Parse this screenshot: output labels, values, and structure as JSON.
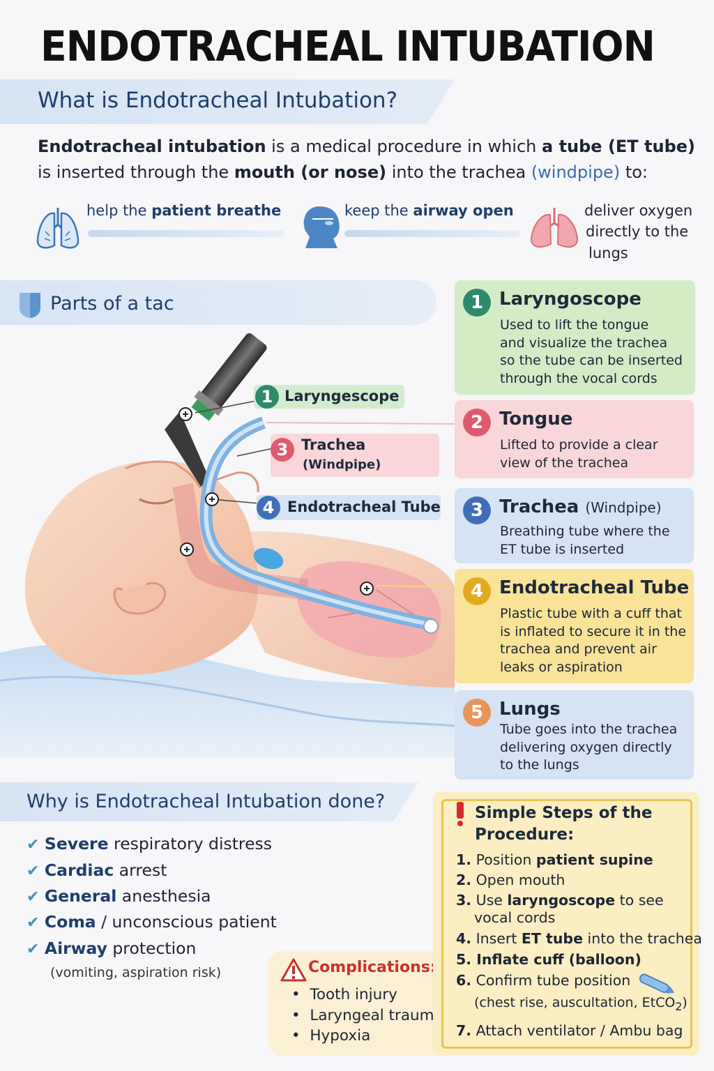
{
  "title": "ENDOTRACHEAL INTUBATION",
  "what": {
    "heading": "What is Endotracheal Intubation?",
    "line1": [
      {
        "t": "Endotracheal intubation",
        "s": "b"
      },
      {
        "t": " is a medical procedure in which ",
        "s": ""
      },
      {
        "t": "a tube (ET tube)",
        "s": "b"
      }
    ],
    "line2": [
      {
        "t": "is inserted through the ",
        "s": ""
      },
      {
        "t": "mouth (or nose)",
        "s": "b"
      },
      {
        "t": " into the trachea ",
        "s": ""
      },
      {
        "t": "(windpipe)",
        "s": "blue"
      },
      {
        "t": " to:",
        "s": ""
      }
    ],
    "benefits": {
      "b1": {
        "pre": "help the ",
        "bold": "patient breathe",
        "post": ""
      },
      "b2": {
        "pre": "keep the ",
        "bold": "airway open",
        "post": ""
      },
      "b3": {
        "l1": "deliver oxygen",
        "l2": "directly to the",
        "l3": "lungs"
      }
    }
  },
  "parts": {
    "heading": "Parts of a tac",
    "callouts": {
      "c1": {
        "num": "1",
        "label": "Laryngescope"
      },
      "c3": {
        "num": "3",
        "label": "Trachea",
        "sub": "(Windpipe)"
      },
      "c4": {
        "num": "4",
        "label": "Endotracheal Tube"
      }
    },
    "cards": {
      "k1": {
        "num": "1",
        "title": "Laryngoscope",
        "desc": [
          "Used to lift the tongue",
          "and visualize the trachea",
          "so the tube can be inserted",
          "through the vocal cords"
        ]
      },
      "k2": {
        "num": "2",
        "title": "Tongue",
        "desc": [
          "Lifted to provide a clear",
          "view of the trachea"
        ]
      },
      "k3": {
        "num": "3",
        "title": "Trachea",
        "sub": "(Windpipe)",
        "desc": [
          "Breathing tube where the",
          "ET tube is inserted"
        ]
      },
      "k4": {
        "num": "4",
        "title": "Endotracheal Tube",
        "desc": [
          "Plastic tube with a cuff that",
          "is inflated to secure it in the",
          "trachea and prevent air",
          "leaks or aspiration"
        ]
      },
      "k5": {
        "num": "5",
        "title": "Lungs",
        "desc": [
          "Tube goes into the trachea",
          "delivering oxygen directly",
          "to the lungs"
        ]
      }
    }
  },
  "why": {
    "heading": "Why is Endotracheal Intubation done?",
    "items": {
      "i1": {
        "bold": "Severe",
        "rest": " respiratory distress"
      },
      "i2": {
        "bold": "Cardiac",
        "rest": " arrest"
      },
      "i3": {
        "bold": "General",
        "rest": " anesthesia"
      },
      "i4": {
        "bold": "Coma",
        "rest": " / unconscious patient"
      },
      "i5": {
        "bold": "Airway",
        "rest": " protection"
      }
    },
    "note": "(vomiting, aspiration risk)"
  },
  "complications": {
    "heading": "Complications:",
    "items": [
      "Tooth injury",
      "Laryngeal trauma",
      "Hypoxia"
    ]
  },
  "steps": {
    "heading1": "Simple Steps of the",
    "heading2": "Procedure:",
    "items": {
      "s1": [
        {
          "t": "1.",
          "s": "b"
        },
        {
          "t": " Position ",
          "s": ""
        },
        {
          "t": "patient supine",
          "s": "b"
        }
      ],
      "s2": [
        {
          "t": "2.",
          "s": "b"
        },
        {
          "t": " Open mouth",
          "s": ""
        }
      ],
      "s3": [
        {
          "t": "3.",
          "s": "b"
        },
        {
          "t": " Use ",
          "s": ""
        },
        {
          "t": "laryngoscope",
          "s": "b"
        },
        {
          "t": " to see",
          "s": ""
        }
      ],
      "s3b": [
        {
          "t": "vocal cords",
          "s": ""
        }
      ],
      "s4": [
        {
          "t": "4.",
          "s": "b"
        },
        {
          "t": " Insert ",
          "s": ""
        },
        {
          "t": "ET tube",
          "s": "b"
        },
        {
          "t": " into the trachea",
          "s": ""
        }
      ],
      "s5": [
        {
          "t": "5.",
          "s": "b"
        },
        {
          "t": " Inflate cuff (balloon)",
          "s": "b"
        }
      ],
      "s6": [
        {
          "t": "6.",
          "s": "b"
        },
        {
          "t": " Confirm tube position",
          "s": ""
        }
      ],
      "s6b": [
        {
          "t": "(chest rise, auscultation, EtCO",
          "s": ""
        }
      ],
      "s7": [
        {
          "t": "7.",
          "s": "b"
        },
        {
          "t": " Attach ventilator / Ambu bag",
          "s": ""
        }
      ]
    },
    "s6b_sub": "2",
    "s6b_close": ")"
  },
  "colors": {
    "green": "#2e8a6a",
    "pink": "#e05a6e",
    "blue": "#3f6fb8",
    "yellow": "#e2aa1e",
    "orange": "#e8955a"
  }
}
